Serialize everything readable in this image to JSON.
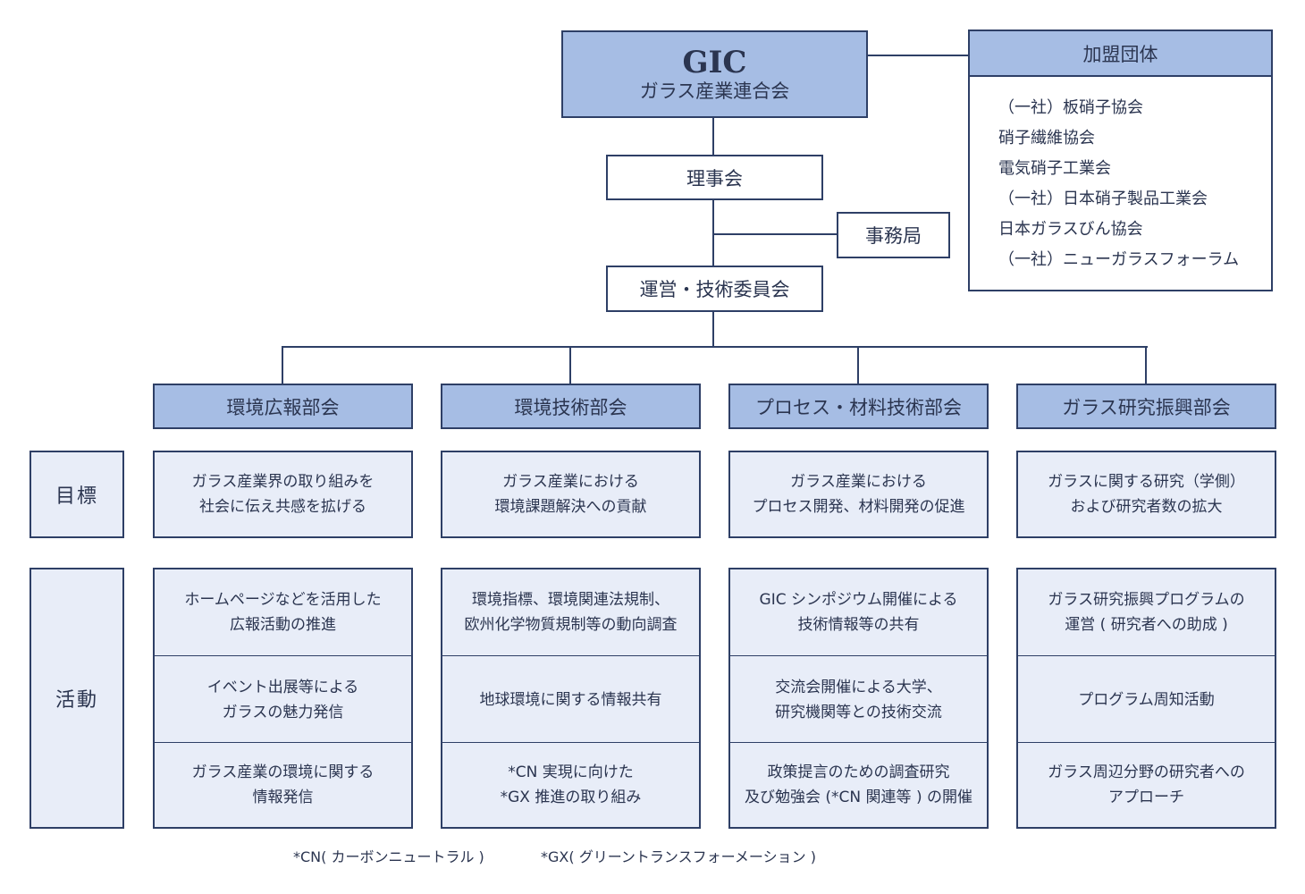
{
  "root": {
    "title": "GIC",
    "subtitle": "ガラス産業連合会"
  },
  "board": "理事会",
  "secretariat": "事務局",
  "committee": "運営・技術委員会",
  "members": {
    "heading": "加盟団体",
    "items": [
      "（一社）板硝子協会",
      "硝子繊維協会",
      "電気硝子工業会",
      "（一社）日本硝子製品工業会",
      "日本ガラスびん協会",
      "（一社）ニューガラスフォーラム"
    ]
  },
  "row_labels": {
    "goal": "目標",
    "activity": "活動"
  },
  "departments": [
    {
      "name": "環境広報部会",
      "goal": [
        "ガラス産業界の取り組みを",
        "社会に伝え共感を拡げる"
      ],
      "activities": [
        [
          "ホームページなどを活用した",
          "広報活動の推進"
        ],
        [
          "イベント出展等による",
          "ガラスの魅力発信"
        ],
        [
          "ガラス産業の環境に関する",
          "情報発信"
        ]
      ]
    },
    {
      "name": "環境技術部会",
      "goal": [
        "ガラス産業における",
        "環境課題解決への貢献"
      ],
      "activities": [
        [
          "環境指標、環境関連法規制、",
          "欧州化学物質規制等の動向調査"
        ],
        [
          "地球環境に関する情報共有"
        ],
        [
          "*CN 実現に向けた",
          "*GX 推進の取り組み"
        ]
      ]
    },
    {
      "name": "プロセス・材料技術部会",
      "goal": [
        "ガラス産業における",
        "プロセス開発、材料開発の促進"
      ],
      "activities": [
        [
          "GIC シンポジウム開催による",
          "技術情報等の共有"
        ],
        [
          "交流会開催による大学、",
          "研究機関等との技術交流"
        ],
        [
          "政策提言のための調査研究",
          "及び勉強会 (*CN 関連等 ) の開催"
        ]
      ]
    },
    {
      "name": "ガラス研究振興部会",
      "goal": [
        "ガラスに関する研究（学側）",
        "および研究者数の拡大"
      ],
      "activities": [
        [
          "ガラス研究振興プログラムの",
          "運営 ( 研究者への助成 )"
        ],
        [
          "プログラム周知活動"
        ],
        [
          "ガラス周辺分野の研究者への",
          "アプローチ"
        ]
      ]
    }
  ],
  "footnotes": {
    "cn": "*CN( カーボンニュートラル )",
    "gx": "*GX( グリーントランスフォーメーション )"
  }
}
